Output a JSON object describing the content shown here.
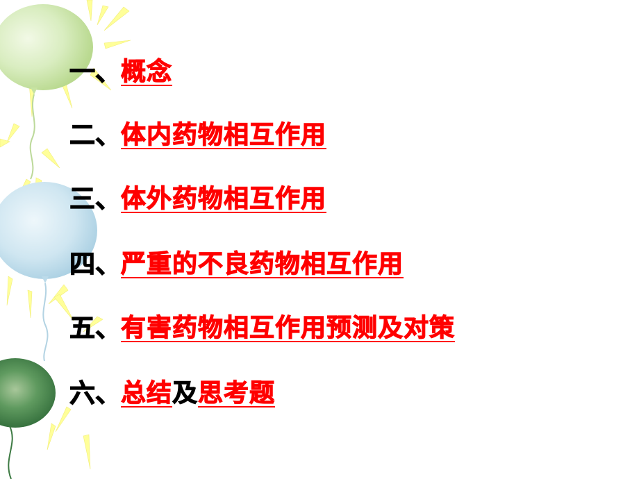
{
  "colors": {
    "link": "#ff0000",
    "number": "#000000",
    "balloon_green_light": "#c7e3a2",
    "balloon_blue": "#bcdbea",
    "balloon_green_dark": "#4f8a52",
    "ray_yellow": "#ffff99"
  },
  "decorations": [
    "green-balloon-icon",
    "blue-balloon-icon",
    "dark-green-balloon-icon",
    "sun-ray-icon"
  ],
  "toc": [
    {
      "num": "一、",
      "parts": [
        {
          "text": "概念",
          "link": true
        }
      ]
    },
    {
      "num": "二、",
      "parts": [
        {
          "text": "体内药物相互作用",
          "link": true
        }
      ]
    },
    {
      "num": "三、",
      "parts": [
        {
          "text": "体外药物相互作用",
          "link": true
        }
      ]
    },
    {
      "num": "四、",
      "parts": [
        {
          "text": "严重的不良药物相互作用",
          "link": true
        }
      ]
    },
    {
      "num": "五、",
      "parts": [
        {
          "text": "有害药物相互作用预测及对策",
          "link": true
        }
      ]
    },
    {
      "num": "六、",
      "parts": [
        {
          "text": "总结",
          "link": true
        },
        {
          "text": "及",
          "link": false
        },
        {
          "text": "思考题",
          "link": true
        }
      ]
    }
  ]
}
